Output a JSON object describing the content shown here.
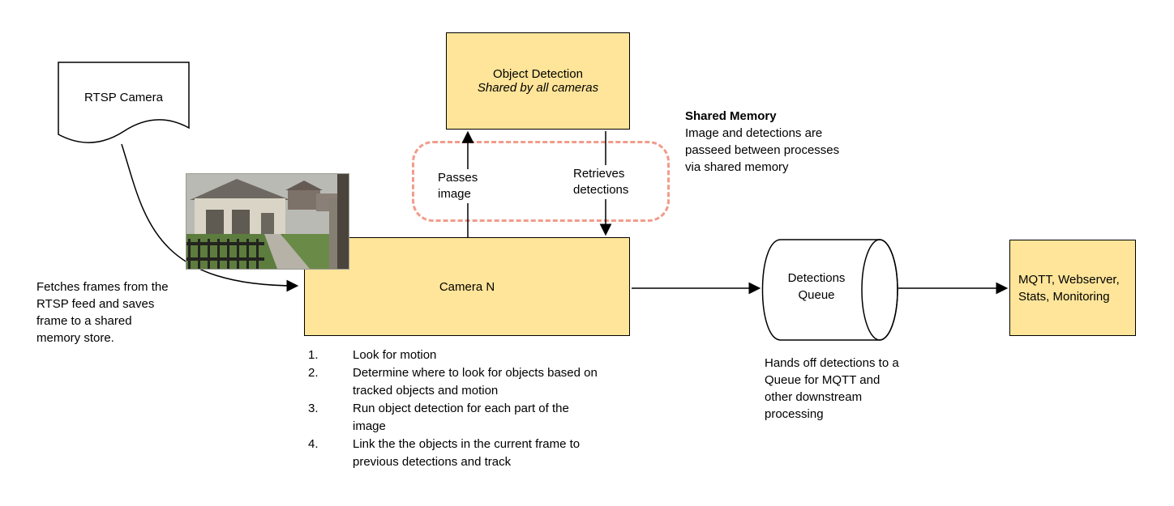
{
  "colors": {
    "node_fill": "#FFE599",
    "node_border": "#000000",
    "shared_memory_dash": "#F19C8B",
    "arrow": "#000000"
  },
  "nodes": {
    "rtsp_camera": {
      "label": "RTSP Camera"
    },
    "object_detection": {
      "title": "Object Detection",
      "subtitle": "Shared by all cameras"
    },
    "camera_n": {
      "label": "Camera N"
    },
    "detections_queue": {
      "label": "Detections Queue"
    },
    "outputs": {
      "label": "MQTT, Webserver, Stats, Monitoring"
    }
  },
  "edges": {
    "passes_image": "Passes image",
    "retrieves_detections": "Retrieves detections"
  },
  "notes": {
    "shared_memory_title": "Shared Memory",
    "shared_memory_body": "Image and detections are passeed between processes via shared memory",
    "fetch_frames": "Fetches frames from the RTSP feed and saves frame to a shared memory store.",
    "queue_handoff": "Hands off detections to a Queue for MQTT and other downstream processing"
  },
  "camera_steps": [
    {
      "n": "1.",
      "text": "Look for motion"
    },
    {
      "n": "2.",
      "text": "Determine where to look for objects based on tracked objects and motion"
    },
    {
      "n": "3.",
      "text": "Run object detection for each part of the image"
    },
    {
      "n": "4.",
      "text": "Link the the objects in the current frame to previous detections and track"
    }
  ]
}
